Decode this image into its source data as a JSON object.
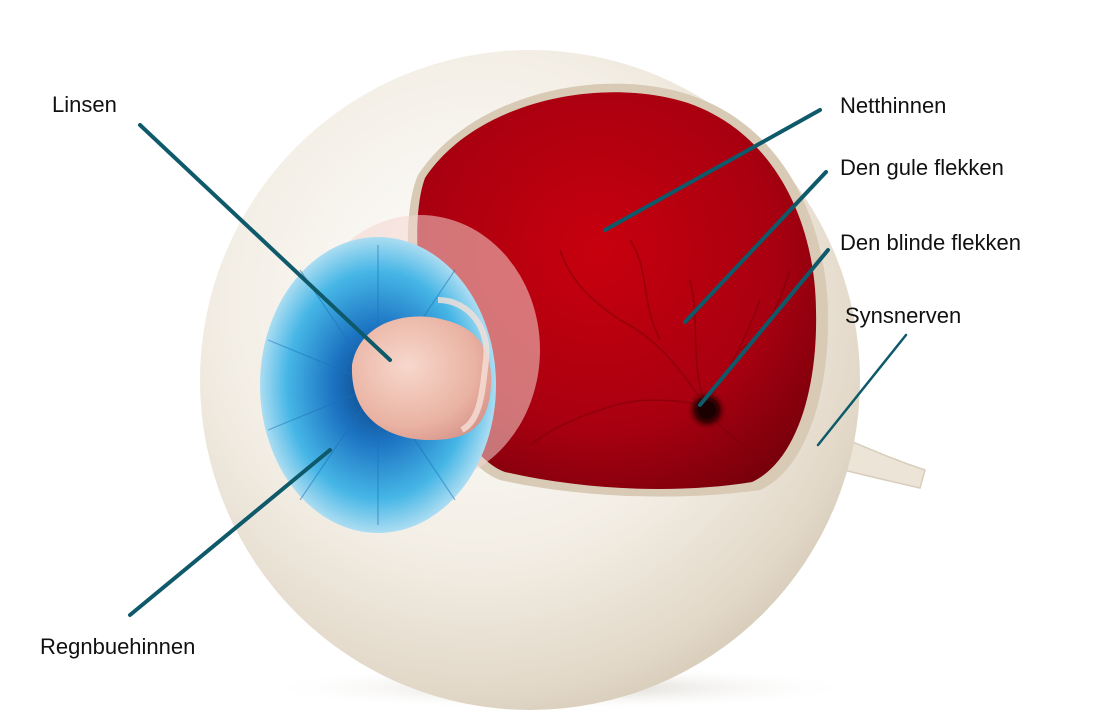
{
  "labels": {
    "lens": "Linsen",
    "iris": "Regnbuehinnen",
    "retina": "Netthinnen",
    "macula": "Den gule flekken",
    "blind_spot": "Den blinde flekken",
    "optic_nerve": "Synsnerven"
  },
  "colors": {
    "leader": "#0f5a6a",
    "sclera": "#f2ece1",
    "retina": "#b3000c",
    "iris": "#3aa8dc",
    "lens": "#e9b6a6"
  }
}
